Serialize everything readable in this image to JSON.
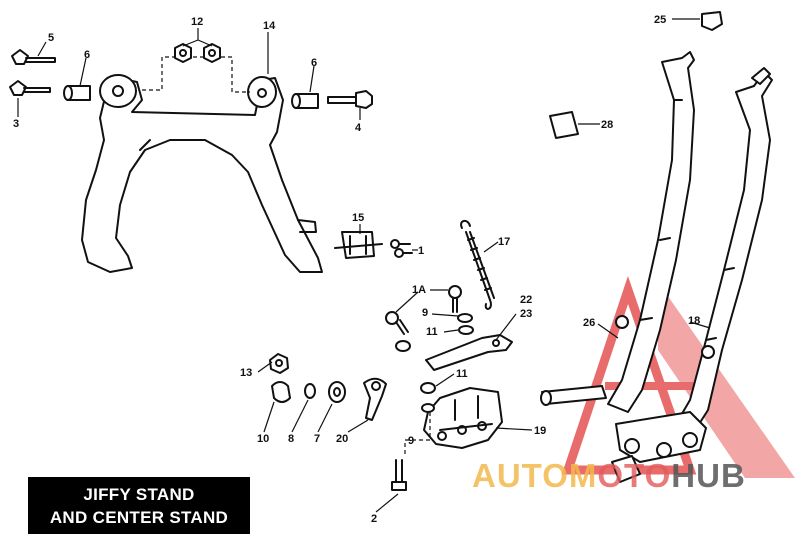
{
  "title": {
    "line1": "JIFFY STAND",
    "line2": "AND CENTER STAND"
  },
  "watermark": {
    "part1": "AUTOM",
    "part2": "OTO",
    "part3": "HUB",
    "triangle_color": "#e23b3b",
    "text_color_a": "#f4b94d",
    "text_color_c": "#555555"
  },
  "callouts": [
    {
      "id": "c25",
      "text": "25"
    },
    {
      "id": "c12",
      "text": "12"
    },
    {
      "id": "c14",
      "text": "14"
    },
    {
      "id": "c5",
      "text": "5"
    },
    {
      "id": "c6a",
      "text": "6"
    },
    {
      "id": "c6b",
      "text": "6"
    },
    {
      "id": "c3",
      "text": "3"
    },
    {
      "id": "c4",
      "text": "4"
    },
    {
      "id": "c28",
      "text": "28"
    },
    {
      "id": "c15",
      "text": "15"
    },
    {
      "id": "c1",
      "text": "1"
    },
    {
      "id": "c17",
      "text": "17"
    },
    {
      "id": "c1a",
      "text": "1A"
    },
    {
      "id": "c9a",
      "text": "9"
    },
    {
      "id": "c11a",
      "text": "11"
    },
    {
      "id": "c22",
      "text": "22"
    },
    {
      "id": "c23",
      "text": "23"
    },
    {
      "id": "c26",
      "text": "26"
    },
    {
      "id": "c18",
      "text": "18"
    },
    {
      "id": "c13",
      "text": "13"
    },
    {
      "id": "c11b",
      "text": "11"
    },
    {
      "id": "c19",
      "text": "19"
    },
    {
      "id": "c9b",
      "text": "9"
    },
    {
      "id": "c10",
      "text": "10"
    },
    {
      "id": "c8",
      "text": "8"
    },
    {
      "id": "c7",
      "text": "7"
    },
    {
      "id": "c20",
      "text": "20"
    },
    {
      "id": "c2",
      "text": "2"
    }
  ]
}
